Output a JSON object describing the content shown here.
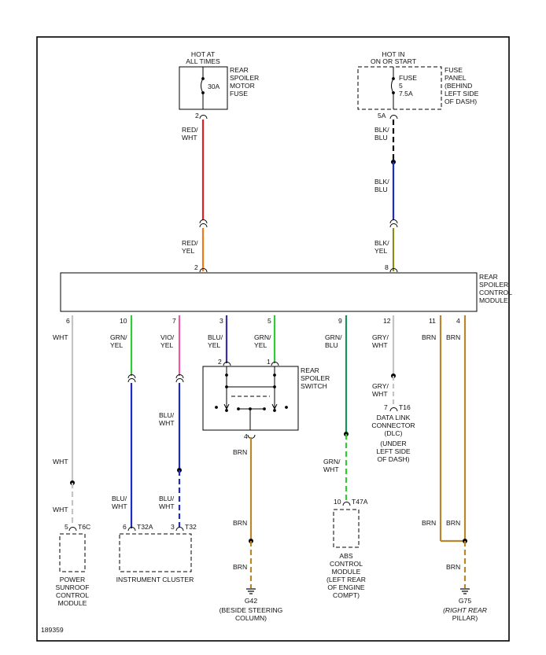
{
  "diagram_id": "189359",
  "colors": {
    "red": "#e02020",
    "orange": "#ee7b1a",
    "black": "#111111",
    "blue": "#1f2bc8",
    "olive": "#8c8c1c",
    "white": "#c4c4c4",
    "green": "#31cc31",
    "pink": "#ee5aa2",
    "teal": "#1a8f5a",
    "brown": "#b8862b"
  },
  "top": {
    "hot_at_all_times": [
      "HOT AT",
      "ALL TIMES"
    ],
    "hot_in_run": [
      "HOT IN",
      "ON OR START"
    ],
    "spoiler_fuse_label": [
      "REAR",
      "SPOILER",
      "MOTOR",
      "FUSE"
    ],
    "spoiler_fuse_rating": "30A",
    "fuse_panel_label": [
      "FUSE",
      "PANEL",
      "(BEHIND",
      "LEFT SIDE",
      "OF DASH)"
    ],
    "fuse5_label": [
      "FUSE",
      "5",
      "7.5A"
    ],
    "pin_2": "2",
    "pin_5a": "5A",
    "red_wht": [
      "RED/",
      "WHT"
    ],
    "red_yel": [
      "RED/",
      "YEL"
    ],
    "blk_blu_1": [
      "BLK/",
      "BLU"
    ],
    "blk_blu_2": [
      "BLK/",
      "BLU"
    ],
    "blk_yel": [
      "BLK/",
      "YEL"
    ],
    "module_pin_2": "2",
    "module_pin_8": "8"
  },
  "module": {
    "label": [
      "REAR",
      "SPOILER",
      "CONTROL",
      "MODULE"
    ]
  },
  "bottom": {
    "pins": [
      "6",
      "10",
      "7",
      "3",
      "5",
      "9",
      "12",
      "11",
      "4"
    ],
    "wht": "WHT",
    "grn_yel_a": [
      "GRN/",
      "YEL"
    ],
    "vio_yel": [
      "VIO/",
      "YEL"
    ],
    "blu_yel": [
      "BLU/",
      "YEL"
    ],
    "grn_yel_b": [
      "GRN/",
      "YEL"
    ],
    "grn_blu": [
      "GRN/",
      "BLU"
    ],
    "gry_wht": [
      "GRY/",
      "WHT"
    ],
    "brn": "BRN",
    "switch_pin_2": "2",
    "switch_pin_1": "1",
    "switch_label": [
      "REAR",
      "SPOILER",
      "SWITCH"
    ],
    "switch_out_pin": "4",
    "blu_wht": [
      "BLU/",
      "WHT"
    ],
    "gry_wht_2": [
      "GRY/",
      "WHT"
    ],
    "dlc_pin": "7",
    "dlc_conn": "T16",
    "dlc_label": [
      "DATA LINK",
      "CONNECTOR",
      "(DLC)",
      "(UNDER",
      "LEFT SIDE",
      "OF DASH)"
    ],
    "grn_wht": [
      "GRN/",
      "WHT"
    ],
    "abs_pin": "10",
    "abs_conn": "T47A",
    "abs_label": [
      "ABS",
      "CONTROL",
      "MODULE",
      "(LEFT REAR",
      "OF ENGINE",
      "COMPT)"
    ],
    "sunroof_pin": "5",
    "sunroof_conn": "T6C",
    "sunroof_label": [
      "POWER",
      "SUNROOF",
      "CONTROL",
      "MODULE"
    ],
    "cluster_pin_a": "6",
    "cluster_conn_a": "T32A",
    "cluster_pin_b": "3",
    "cluster_conn_b": "T32",
    "cluster_label": "INSTRUMENT CLUSTER",
    "g42": "G42",
    "g42_label": [
      "(BESIDE STEERING",
      "COLUMN)"
    ],
    "g75": "G75",
    "g75_label": [
      "(RIGHT REAR",
      "PILLAR)"
    ]
  }
}
